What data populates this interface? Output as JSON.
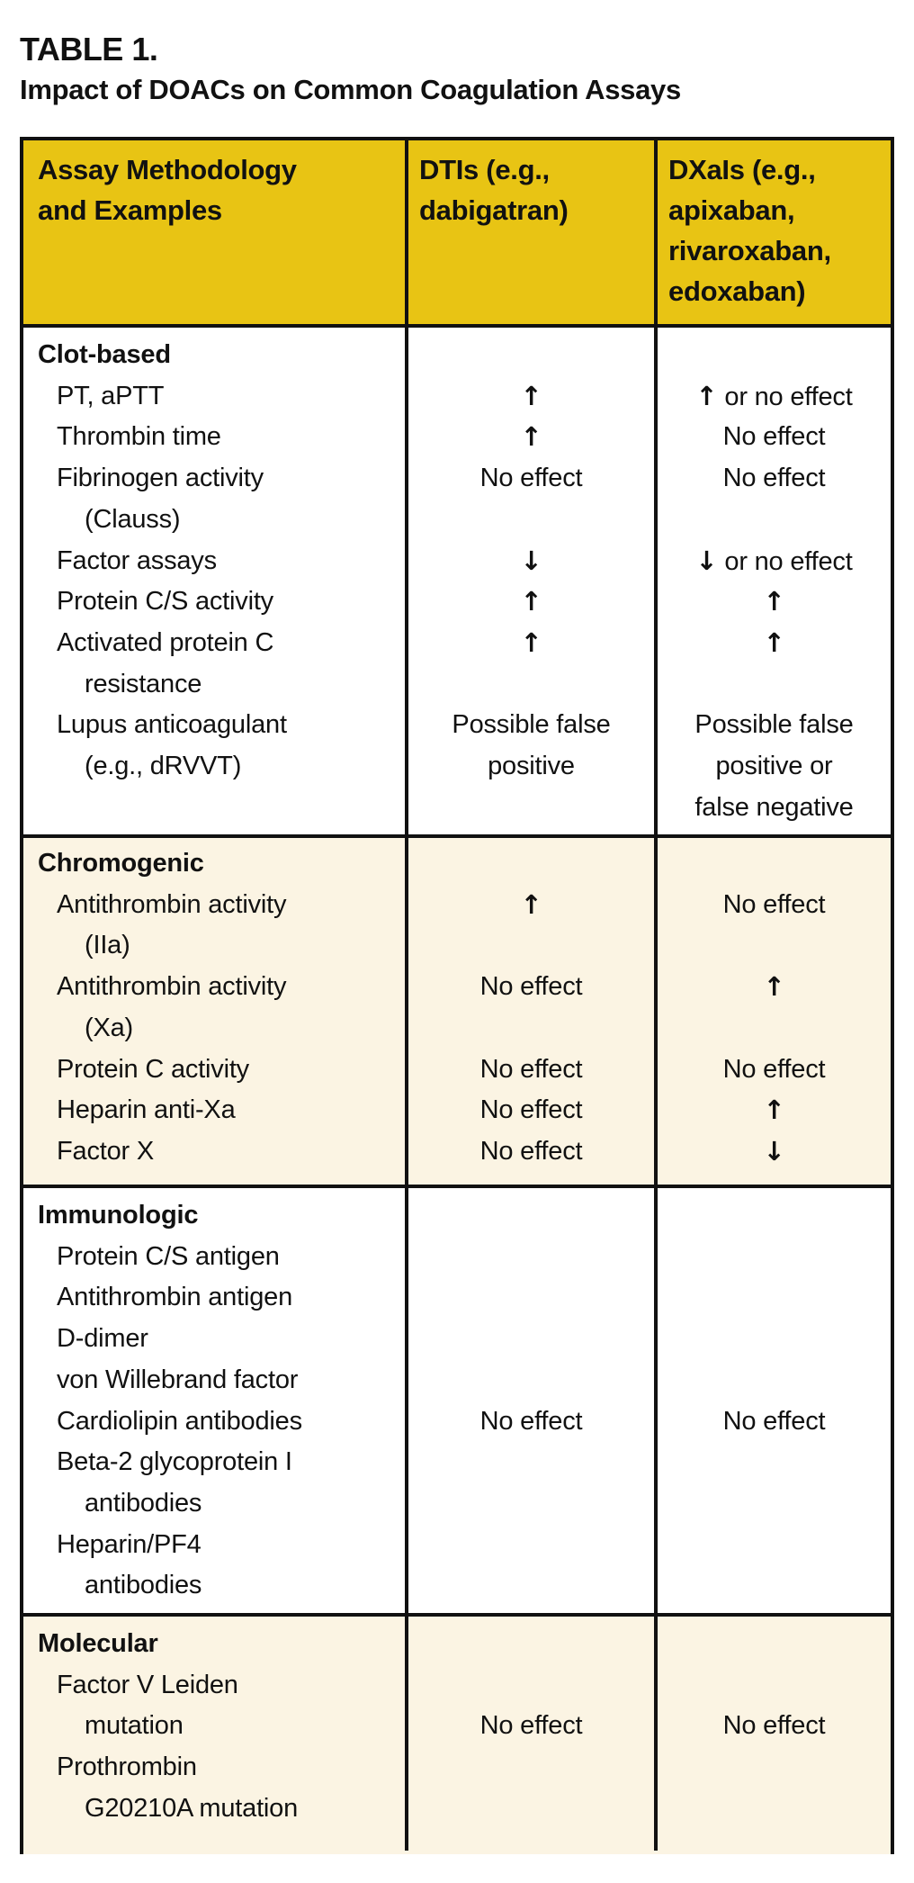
{
  "title": {
    "label": "TABLE 1.",
    "caption": "Impact of DOACs on Common Coagulation Assays"
  },
  "colors": {
    "header_bg": "#E8C414",
    "alt_row_bg": "#FBF4E3",
    "border": "#111111"
  },
  "header": {
    "col1": "Assay Methodology\nand Examples",
    "col2": "DTIs (e.g.,\ndabigatran)",
    "col3": "DXaIs (e.g.,\napixaban,\nrivaroxaban,\nedoxaban)"
  },
  "sections": [
    {
      "name": "Clot-based",
      "bg": "white",
      "lines": [
        {
          "label": "Clot-based",
          "level": 0,
          "dti": "",
          "dxai": ""
        },
        {
          "label": "PT, aPTT",
          "level": 1,
          "dti": "↑",
          "dxai": "↑ or no effect"
        },
        {
          "label": "Thrombin time",
          "level": 1,
          "dti": "↑",
          "dxai": "No effect"
        },
        {
          "label": "Fibrinogen activity",
          "level": 1,
          "dti": "No effect",
          "dxai": "No effect"
        },
        {
          "label": "(Clauss)",
          "level": 2,
          "dti": "",
          "dxai": ""
        },
        {
          "label": "Factor assays",
          "level": 1,
          "dti": "↓",
          "dxai": "↓ or no effect"
        },
        {
          "label": "Protein C/S activity",
          "level": 1,
          "dti": "↑",
          "dxai": "↑"
        },
        {
          "label": "Activated protein C",
          "level": 1,
          "dti": "↑",
          "dxai": "↑"
        },
        {
          "label": "resistance",
          "level": 2,
          "dti": "",
          "dxai": ""
        },
        {
          "label": "Lupus anticoagulant",
          "level": 1,
          "dti": "Possible false",
          "dxai": "Possible false"
        },
        {
          "label": "(e.g., dRVVT)",
          "level": 2,
          "dti": "positive",
          "dxai": "positive or"
        },
        {
          "label": "",
          "level": 2,
          "dti": "",
          "dxai": "false negative"
        }
      ]
    },
    {
      "name": "Chromogenic",
      "bg": "alt",
      "lines": [
        {
          "label": "Chromogenic",
          "level": 0,
          "dti": "",
          "dxai": ""
        },
        {
          "label": "Antithrombin activity",
          "level": 1,
          "dti": "↑",
          "dxai": "No effect"
        },
        {
          "label": "(IIa)",
          "level": 2,
          "dti": "",
          "dxai": ""
        },
        {
          "label": "Antithrombin activity",
          "level": 1,
          "dti": "No effect",
          "dxai": "↑"
        },
        {
          "label": "(Xa)",
          "level": 2,
          "dti": "",
          "dxai": ""
        },
        {
          "label": "Protein C activity",
          "level": 1,
          "dti": "No effect",
          "dxai": "No effect"
        },
        {
          "label": "Heparin anti-Xa",
          "level": 1,
          "dti": "No effect",
          "dxai": "↑"
        },
        {
          "label": "Factor X",
          "level": 1,
          "dti": "No effect",
          "dxai": "↓"
        }
      ]
    },
    {
      "name": "Immunologic",
      "bg": "white",
      "lines": [
        {
          "label": "Immunologic",
          "level": 0,
          "dti": "",
          "dxai": ""
        },
        {
          "label": "Protein C/S antigen",
          "level": 1,
          "dti": "",
          "dxai": ""
        },
        {
          "label": "Antithrombin antigen",
          "level": 1,
          "dti": "",
          "dxai": ""
        },
        {
          "label": "D-dimer",
          "level": 1,
          "dti": "",
          "dxai": ""
        },
        {
          "label": "von Willebrand factor",
          "level": 1,
          "dti": "",
          "dxai": ""
        },
        {
          "label": "Cardiolipin antibodies",
          "level": 1,
          "dti": "No effect",
          "dxai": "No effect"
        },
        {
          "label": "Beta-2 glycoprotein I",
          "level": 1,
          "dti": "",
          "dxai": ""
        },
        {
          "label": "antibodies",
          "level": 2,
          "dti": "",
          "dxai": ""
        },
        {
          "label": "Heparin/PF4",
          "level": 1,
          "dti": "",
          "dxai": ""
        },
        {
          "label": "antibodies",
          "level": 2,
          "dti": "",
          "dxai": ""
        }
      ]
    },
    {
      "name": "Molecular",
      "bg": "alt",
      "lines": [
        {
          "label": "Molecular",
          "level": 0,
          "dti": "",
          "dxai": ""
        },
        {
          "label": "Factor V Leiden",
          "level": 1,
          "dti": "",
          "dxai": ""
        },
        {
          "label": "mutation",
          "level": 2,
          "dti": "No effect",
          "dxai": "No effect"
        },
        {
          "label": "Prothrombin",
          "level": 1,
          "dti": "",
          "dxai": ""
        },
        {
          "label": "G20210A mutation",
          "level": 2,
          "dti": "",
          "dxai": ""
        }
      ]
    }
  ]
}
